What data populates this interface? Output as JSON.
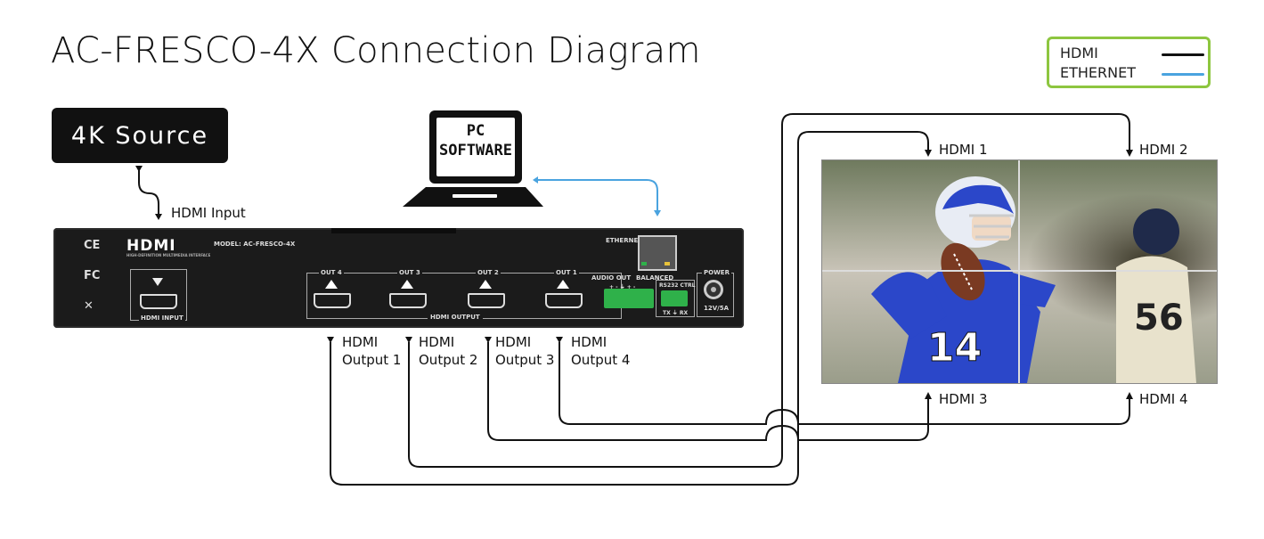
{
  "title": "AC-FRESCO-4X Connection Diagram",
  "legend": {
    "hdmi_label": "HDMI",
    "ethernet_label": "ETHERNET",
    "hdmi_color": "#111111",
    "ethernet_color": "#4aa3df"
  },
  "source": {
    "label": "4K Source",
    "input_label": "HDMI Input"
  },
  "pc": {
    "label_line1": "PC",
    "label_line2": "SOFTWARE",
    "icon": "laptop-icon"
  },
  "device": {
    "model": "MODEL: AC-FRESCO-4X",
    "hdmi_logo": "HDMI",
    "hdmi_logo_tag": "HIGH-DEFINITION MULTIMEDIA INTERFACE",
    "hdmi_input_label": "HDMI INPUT",
    "hdmi_output_label": "HDMI OUTPUT",
    "out_labels": [
      "OUT 4",
      "OUT 3",
      "OUT 2",
      "OUT 1"
    ],
    "audio_out": "AUDIO OUT",
    "balanced": "BALANCED",
    "audio_pins": "+ - ⏚ + -",
    "rs232": "RS232  CTRL",
    "txrx": "TX ⏚ RX",
    "ethernet": "ETHERNET",
    "power": "POWER",
    "power_rating": "12V/5A",
    "ce_mark": "CE",
    "fc_mark": "FC"
  },
  "outputs": [
    {
      "line1": "HDMI",
      "line2": "Output 1"
    },
    {
      "line1": "HDMI",
      "line2": "Output 2"
    },
    {
      "line1": "HDMI",
      "line2": "Output 3"
    },
    {
      "line1": "HDMI",
      "line2": "Output 4"
    }
  ],
  "displays": [
    "HDMI 1",
    "HDMI 2",
    "HDMI 3",
    "HDMI 4"
  ],
  "jersey_number_left": "14",
  "jersey_number_right": "56"
}
